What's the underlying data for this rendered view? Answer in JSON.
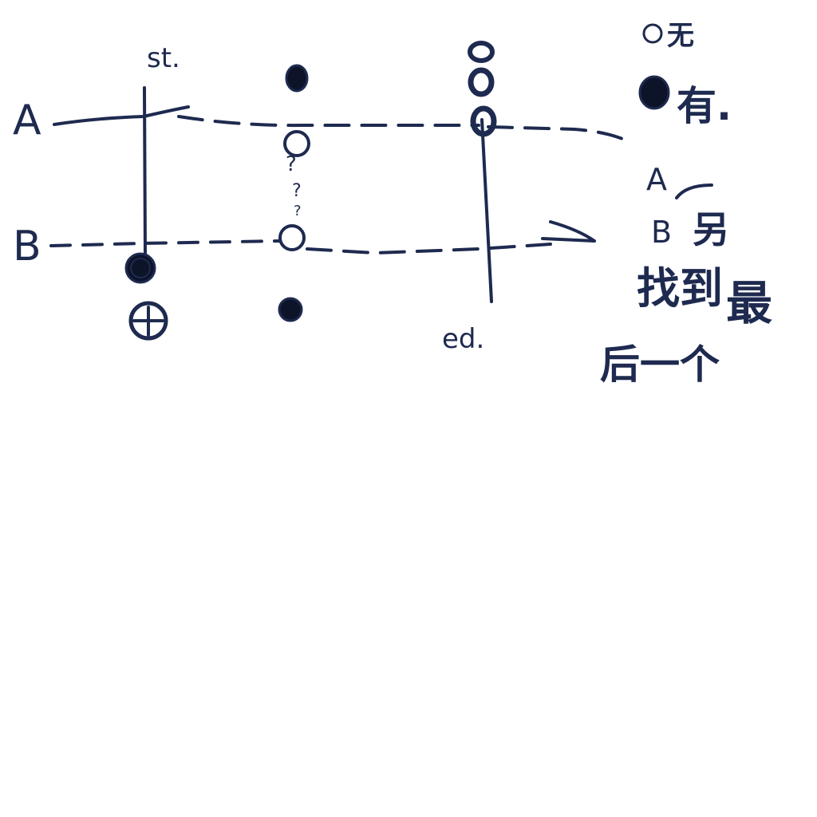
{
  "sketch": {
    "lane_a_label": "A",
    "lane_b_label": "B",
    "start_label": "st.",
    "end_label": "ed.",
    "question_marks": [
      "?",
      "?",
      "?"
    ]
  },
  "legend": {
    "hollow_dot_text": "无",
    "filled_dot_text": "有.",
    "note_a": "A",
    "note_b": "B",
    "note_b_suffix": "另",
    "note_line_3": "找到",
    "note_line_3b": "最",
    "note_line_4": "后一个"
  },
  "colors": {
    "ink": "#1e2a4f",
    "dot_fill": "#0d1329",
    "background": "#ffffff"
  }
}
